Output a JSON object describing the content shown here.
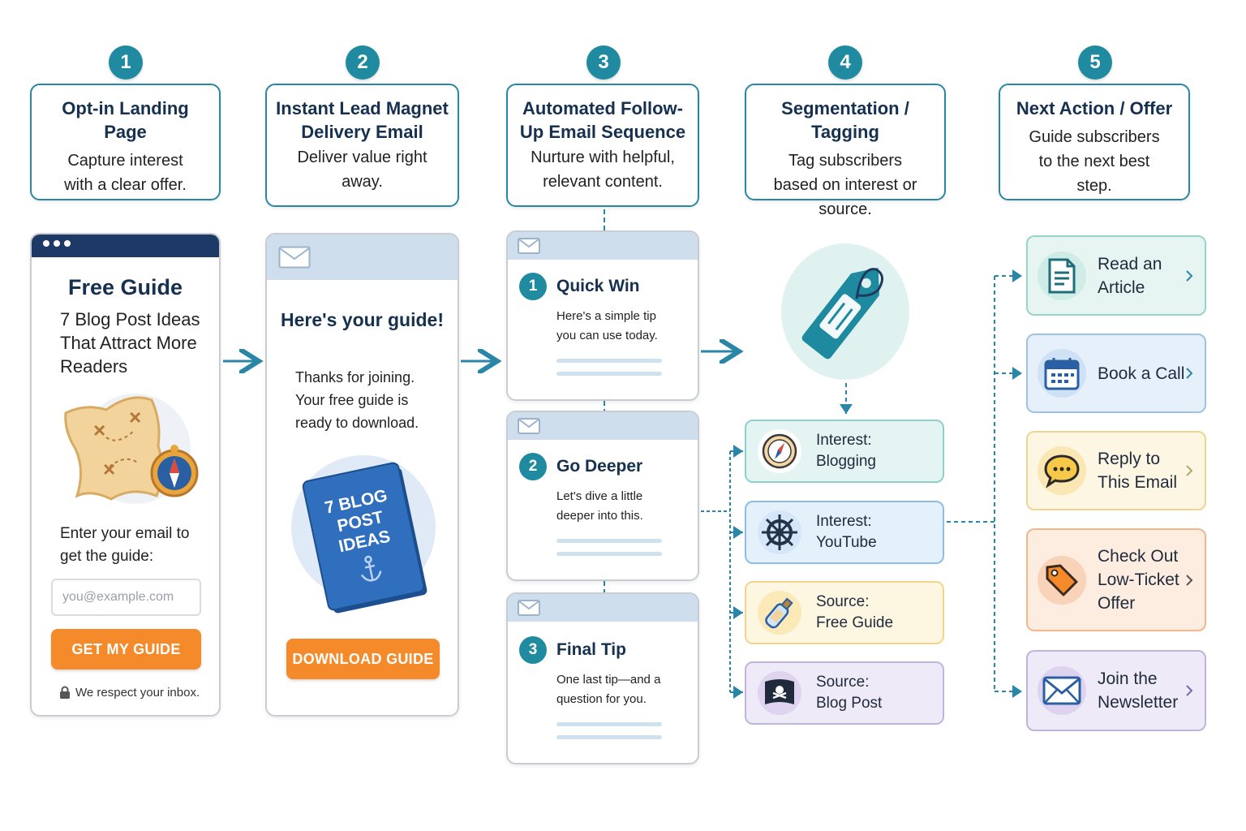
{
  "steps": [
    {
      "num": "1",
      "title": "Opt-in Landing Page",
      "desc": "Capture interest with a clear offer."
    },
    {
      "num": "2",
      "title": "Instant Lead Magnet Delivery Email",
      "desc": "Deliver value right away."
    },
    {
      "num": "3",
      "title": "Automated Follow-Up Email Sequence",
      "desc": "Nurture with helpful, relevant content."
    },
    {
      "num": "4",
      "title": "Segmentation / Tagging",
      "desc": "Tag subscribers based on interest or source."
    },
    {
      "num": "5",
      "title": "Next Action / Offer",
      "desc": "Guide subscribers to the next best step."
    }
  ],
  "landing": {
    "title": "Free Guide",
    "subtitle": "7 Blog Post Ideas That Attract More Readers",
    "prompt": "Enter your email to get the guide:",
    "placeholder": "you@example.com",
    "button": "GET MY GUIDE",
    "privacy": "We respect your inbox."
  },
  "delivery": {
    "heading": "Here's your guide!",
    "body": "Thanks for joining. Your free guide is ready to download.",
    "book_title": "7 BLOG POST IDEAS",
    "button": "DOWNLOAD GUIDE"
  },
  "sequence": [
    {
      "num": "1",
      "title": "Quick Win",
      "text": "Here's a simple tip you can use today."
    },
    {
      "num": "2",
      "title": "Go Deeper",
      "text": "Let's dive a little deeper into this."
    },
    {
      "num": "3",
      "title": "Final Tip",
      "text": "One last tip—and a question for you."
    }
  ],
  "tags": [
    {
      "key": "Interest:",
      "value": "Blogging",
      "icon": "compass-icon",
      "bg": "#e4f4f3",
      "border": "#8fd0cc"
    },
    {
      "key": "Interest:",
      "value": "YouTube",
      "icon": "ship-wheel-icon",
      "bg": "#e4f0fa",
      "border": "#8fbde3"
    },
    {
      "key": "Source:",
      "value": "Free Guide",
      "icon": "message-bottle-icon",
      "bg": "#fdf6e1",
      "border": "#f1d58f"
    },
    {
      "key": "Source:",
      "value": "Blog Post",
      "icon": "pirate-flag-icon",
      "bg": "#efeaf7",
      "border": "#c3b4de"
    }
  ],
  "actions": [
    {
      "label": "Read an Article",
      "icon": "document-icon",
      "bg": "#e6f5f2",
      "border": "#98d4c9"
    },
    {
      "label": "Book a Call",
      "icon": "calendar-icon",
      "bg": "#e5f0fa",
      "border": "#9cc3e5"
    },
    {
      "label": "Reply to This Email",
      "icon": "chat-bubble-icon",
      "bg": "#fdf6e2",
      "border": "#f0d592"
    },
    {
      "label": "Check Out Low-Ticket Offer",
      "icon": "price-tag-icon",
      "bg": "#fdece0",
      "border": "#f2b78d"
    },
    {
      "label": "Join the Newsletter",
      "icon": "envelope-icon",
      "bg": "#efeaf7",
      "border": "#c2b3de"
    }
  ],
  "colors": {
    "teal": "#1f8aa0",
    "navy": "#16304f",
    "orange": "#f58a2b",
    "arrow": "#2a86a6"
  }
}
